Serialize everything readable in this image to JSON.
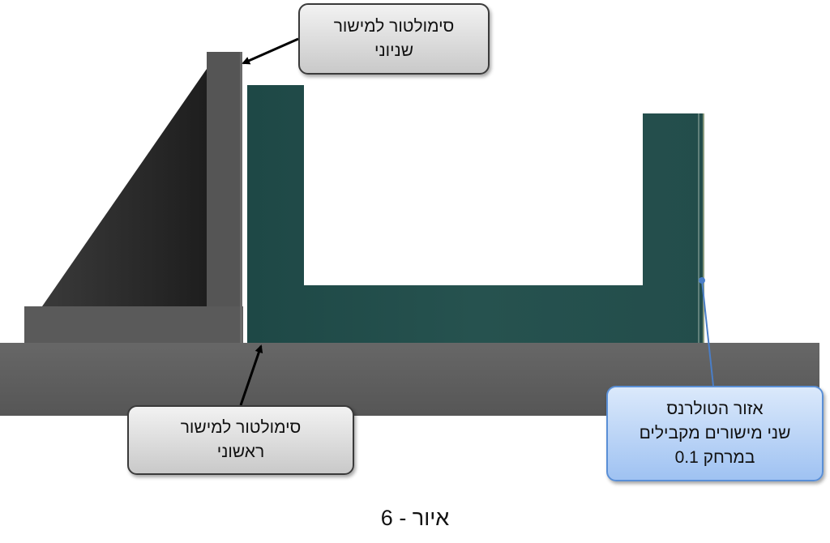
{
  "callouts": {
    "secondary_datum": {
      "line1": "סימולטור למישור",
      "line2": "שניוני"
    },
    "primary_datum": {
      "line1": "סימולטור למישור",
      "line2": "ראשוני"
    },
    "tolerance_zone": {
      "line1": "אזור הטולרנס",
      "line2": "שני מישורים מקבילים",
      "line3": "במרחק  0.1"
    }
  },
  "caption": "איור - 6",
  "colors": {
    "base_gray": "#5c5c5c",
    "fixture_gray": "#4f4f4f",
    "part_teal": "#23504e",
    "callout_gray": "#d9d9d9",
    "callout_blue": "#b8d3f5",
    "leader_blue": "#4a7ec7"
  }
}
